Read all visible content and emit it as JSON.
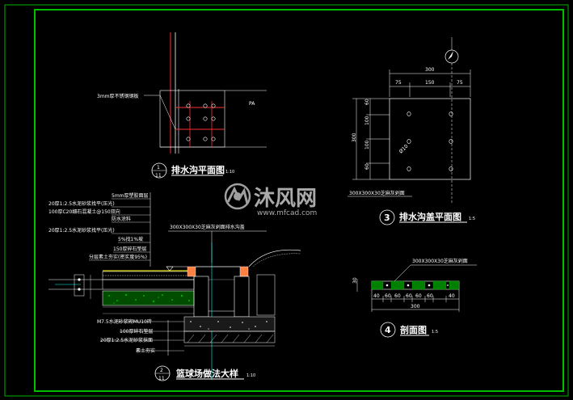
{
  "colors": {
    "background": "#000000",
    "frame": "#00c000",
    "white": "#ffffff",
    "yellow": "#ffff00",
    "red": "#ff3030",
    "cyan": "#00ffff",
    "green_fill": "#008000",
    "orange": "#ff8000"
  },
  "detail1": {
    "number": "1",
    "sheet": "11",
    "title": "排水沟平面图",
    "scale": "1:10",
    "label_steel": "3mm厚不锈钢钢板",
    "label_pa": "PA"
  },
  "detail2": {
    "number": "2",
    "sheet": "11",
    "title": "篮球场做法大样",
    "scale": "1:10",
    "top_label": "300X300X30芝麻灰剁面排水沟盖",
    "layers_upper": [
      "5mm厚塑胶面层",
      "20厚1:2.5水泥砂浆找平(压光)",
      "100厚C20细石混凝土@150双向",
      "防水涂料",
      "20厚1:2.5水泥砂浆找平(压光)",
      "5%找1%坡",
      "150厚碎石垫层",
      "分层素土夯实(密实度95%)"
    ],
    "layers_lower": [
      "M7.5水泥砂浆砌MU10砖",
      "100厚碎石垫层",
      "20厚1:2.5水泥砂浆抹面",
      "素土夯实"
    ]
  },
  "detail3": {
    "number": "3",
    "title": "排水沟盖平面图",
    "scale": "1:5",
    "top_dims": [
      "300",
      "75",
      "150",
      "75"
    ],
    "side_total": "300",
    "side_dims": [
      "60",
      "100",
      "100",
      "60"
    ],
    "hole_label": "Ø10",
    "bottom_label": "300X300X30芝麻灰剁面"
  },
  "detail4": {
    "number": "4",
    "title": "剖面图",
    "scale": "1:5",
    "top_label": "300X300X30芝麻灰剁面",
    "side_dim": "30",
    "dims": [
      "40",
      "60",
      "60",
      "60",
      "60",
      "60",
      "40"
    ],
    "total": "300"
  },
  "watermark": {
    "brand": "沐风网",
    "url": "www.mfcad.com"
  }
}
